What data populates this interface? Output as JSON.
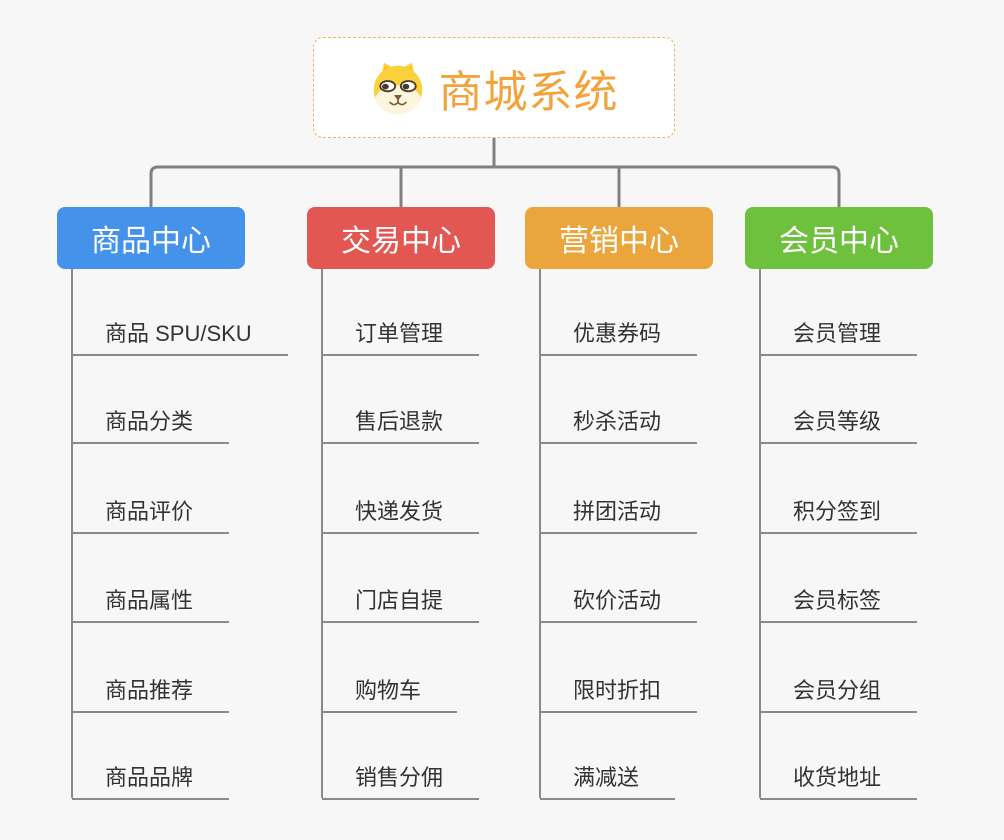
{
  "root": {
    "title": "商城系统",
    "icon": "dog-face-icon"
  },
  "branches": [
    {
      "label": "商品中心",
      "color": "#4592ea",
      "items": [
        "商品 SPU/SKU",
        "商品分类",
        "商品评价",
        "商品属性",
        "商品推荐",
        "商品品牌"
      ]
    },
    {
      "label": "交易中心",
      "color": "#e25752",
      "items": [
        "订单管理",
        "售后退款",
        "快递发货",
        "门店自提",
        "购物车",
        "销售分佣"
      ]
    },
    {
      "label": "营销中心",
      "color": "#eaa63c",
      "items": [
        "优惠券码",
        "秒杀活动",
        "拼团活动",
        "砍价活动",
        "限时折扣",
        "满减送"
      ]
    },
    {
      "label": "会员中心",
      "color": "#6ec13d",
      "items": [
        "会员管理",
        "会员等级",
        "积分签到",
        "会员标签",
        "会员分组",
        "收货地址"
      ]
    }
  ],
  "colors": {
    "root_accent": "#f2a33c",
    "root_border": "#f0b45a",
    "connector": "#808080",
    "leaf_line": "#8a8a8a",
    "leaf_text": "#333333",
    "background": "#f7f7f7"
  }
}
